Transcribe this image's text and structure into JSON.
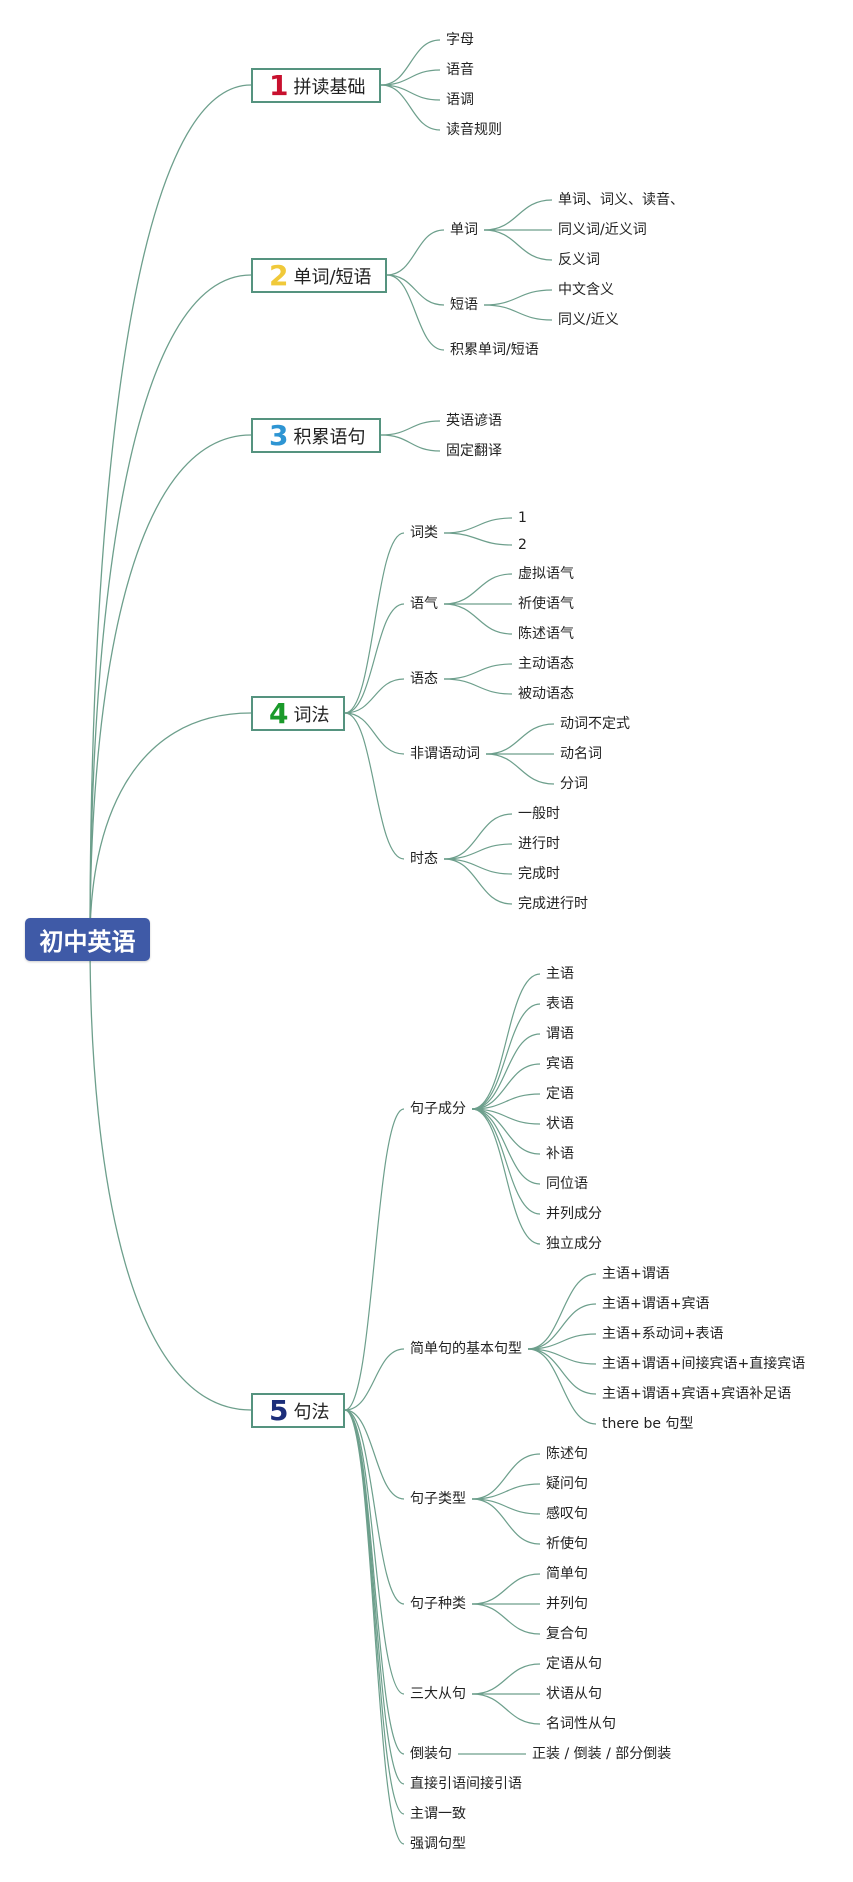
{
  "root": {
    "label": "初中英语"
  },
  "colors": {
    "line": "#6d9f8c",
    "border": "#55937f",
    "root_bg": "#3f5aa7"
  },
  "branches": [
    {
      "num": "1",
      "label": "拼读基础",
      "num_color": "#c8102e",
      "children": [
        {
          "label": "字母"
        },
        {
          "label": "语音"
        },
        {
          "label": "语调"
        },
        {
          "label": "读音规则"
        }
      ]
    },
    {
      "num": "2",
      "label": "单词/短语",
      "num_color": "#f0c93a",
      "children": [
        {
          "label": "单词",
          "children": [
            {
              "label": "单词、词义、读音、"
            },
            {
              "label": "同义词/近义词"
            },
            {
              "label": "反义词"
            }
          ]
        },
        {
          "label": "短语",
          "children": [
            {
              "label": "中文含义"
            },
            {
              "label": "同义/近义"
            }
          ]
        },
        {
          "label": "积累单词/短语"
        }
      ]
    },
    {
      "num": "3",
      "label": "积累语句",
      "num_color": "#2e95d3",
      "children": [
        {
          "label": "英语谚语"
        },
        {
          "label": "固定翻译"
        }
      ]
    },
    {
      "num": "4",
      "label": "词法",
      "num_color": "#1a9a2a",
      "children": [
        {
          "label": "词类",
          "children": [
            {
              "label": "1"
            },
            {
              "label": "2"
            }
          ]
        },
        {
          "label": "语气",
          "children": [
            {
              "label": "虚拟语气"
            },
            {
              "label": "祈使语气"
            },
            {
              "label": "陈述语气"
            }
          ]
        },
        {
          "label": "语态",
          "children": [
            {
              "label": "主动语态"
            },
            {
              "label": "被动语态"
            }
          ]
        },
        {
          "label": "非谓语动词",
          "children": [
            {
              "label": "动词不定式"
            },
            {
              "label": "动名词"
            },
            {
              "label": "分词"
            }
          ]
        },
        {
          "label": "时态",
          "children": [
            {
              "label": "一般时"
            },
            {
              "label": "进行时"
            },
            {
              "label": "完成时"
            },
            {
              "label": "完成进行时"
            }
          ]
        }
      ]
    },
    {
      "num": "5",
      "label": "句法",
      "num_color": "#1c2e7a",
      "children": [
        {
          "label": "句子成分",
          "children": [
            {
              "label": "主语"
            },
            {
              "label": "表语"
            },
            {
              "label": "谓语"
            },
            {
              "label": "宾语"
            },
            {
              "label": "定语"
            },
            {
              "label": "状语"
            },
            {
              "label": "补语"
            },
            {
              "label": "同位语"
            },
            {
              "label": "并列成分"
            },
            {
              "label": "独立成分"
            }
          ]
        },
        {
          "label": "简单句的基本句型",
          "children": [
            {
              "label": "主语+谓语"
            },
            {
              "label": "主语+谓语+宾语"
            },
            {
              "label": "主语+系动词+表语"
            },
            {
              "label": "主语+谓语+间接宾语+直接宾语"
            },
            {
              "label": "主语+谓语+宾语+宾语补足语"
            },
            {
              "label": "there be 句型"
            }
          ]
        },
        {
          "label": "句子类型",
          "children": [
            {
              "label": "陈述句"
            },
            {
              "label": "疑问句"
            },
            {
              "label": "感叹句"
            },
            {
              "label": "祈使句"
            }
          ]
        },
        {
          "label": "句子种类",
          "children": [
            {
              "label": "简单句"
            },
            {
              "label": "并列句"
            },
            {
              "label": "复合句"
            }
          ]
        },
        {
          "label": "三大从句",
          "children": [
            {
              "label": "定语从句"
            },
            {
              "label": "状语从句"
            },
            {
              "label": "名词性从句"
            }
          ]
        },
        {
          "label": "倒装句",
          "children": [
            {
              "label": "正装 / 倒装 / 部分倒装"
            }
          ]
        },
        {
          "label": "直接引语间接引语"
        },
        {
          "label": "主谓一致"
        },
        {
          "label": "强调句型"
        }
      ]
    }
  ]
}
